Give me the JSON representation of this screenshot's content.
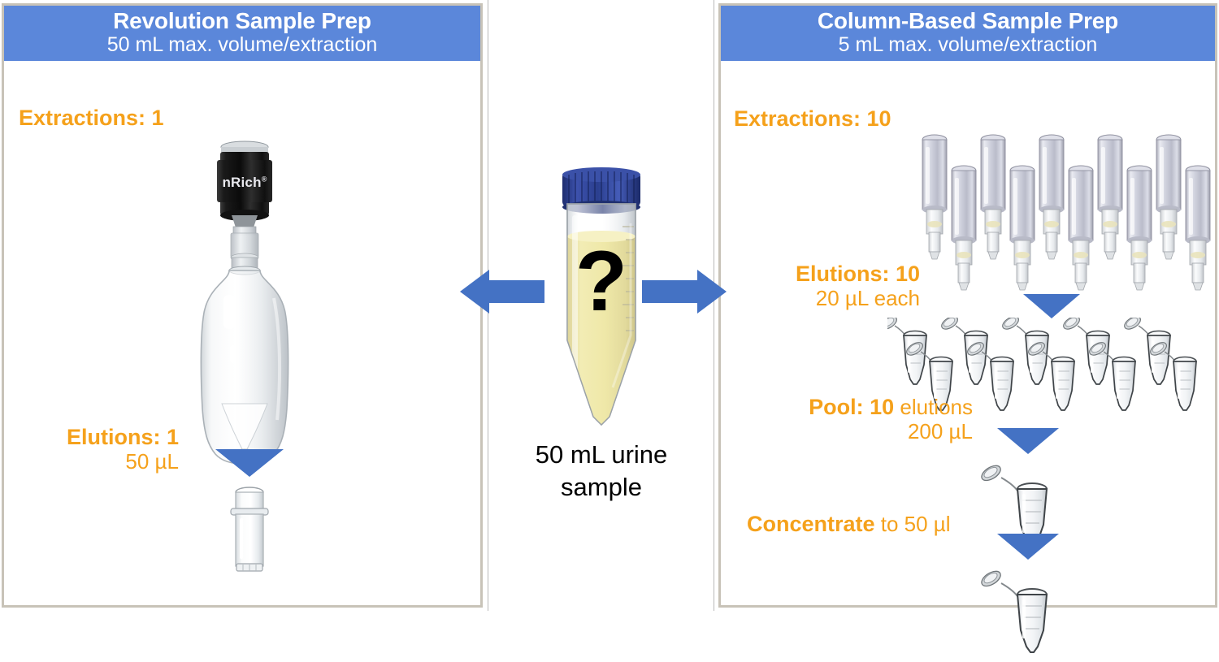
{
  "figure": {
    "title": "Revolution vs Column-Based Sample Prep workflow comparison"
  },
  "left_panel": {
    "header": {
      "title": "Revolution Sample Prep",
      "subtitle": "50 mL max. volume/extraction"
    },
    "extractions": {
      "bold": "Extractions: 1"
    },
    "elutions": {
      "bold": "Elutions: 1",
      "normal": "50 µL"
    },
    "device_label": "nRich",
    "device_superscript": "®"
  },
  "centre": {
    "question_mark": "?",
    "caption_line1": "50 mL urine",
    "caption_line2": "sample"
  },
  "right_panel": {
    "header": {
      "title": "Column-Based Sample Prep",
      "subtitle": "5 mL max. volume/extraction"
    },
    "extractions": {
      "bold": "Extractions: 10"
    },
    "elutions": {
      "bold": "Elutions: 10",
      "normal": "20 µL each"
    },
    "pool": {
      "bold_lead": "Pool: 10",
      "normal_tail": " elutions",
      "normal": "200 µL"
    },
    "concentrate": {
      "bold_lead": "Concentrate",
      "normal_tail": " to 50 µl"
    }
  },
  "counts": {
    "spin_columns": 10,
    "microtubes": 10,
    "pool_tubes": 1,
    "final_tubes": 1
  },
  "colors": {
    "header_blue": "#5B87DA",
    "arrow_blue": "#4472C4",
    "label_orange": "#F5A11B",
    "panel_border": "#c8c3b8",
    "urine_yellow": "#EFE8A8",
    "cap_blue": "#2B3F8F",
    "text_black": "#000000"
  }
}
